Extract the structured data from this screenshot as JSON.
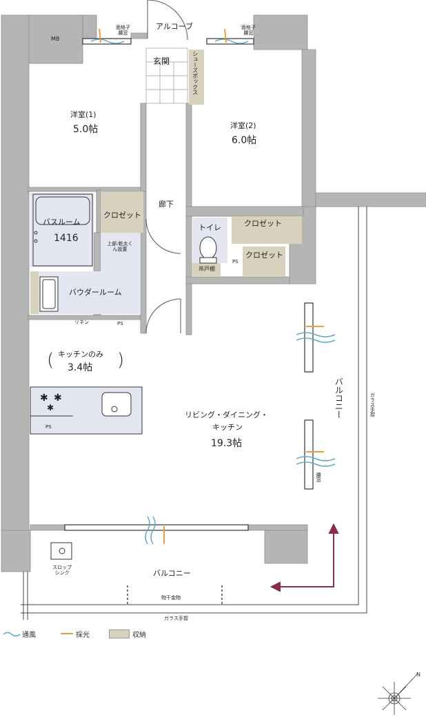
{
  "rooms": {
    "alcove": "アルコーブ",
    "entrance": "玄関",
    "shoe_box": "シューズボックス",
    "western1_name": "洋室(1)",
    "western1_size": "5.0帖",
    "western2_name": "洋室(2)",
    "western2_size": "6.0帖",
    "hallway": "廊下",
    "bathroom_name": "バスルーム",
    "bathroom_size": "1416",
    "closet1": "クロゼット",
    "closet2": "クロゼット",
    "closet3": "クロゼット",
    "toilet": "トイレ",
    "hanging_shelf": "吊戸棚",
    "dryer": "上部:乾太くん設置",
    "powder_room": "バウダールーム",
    "linen": "リネン",
    "ps1": "PS",
    "ps2": "PS",
    "ps3": "PS",
    "kitchen_only_name": "キッチンのみ",
    "kitchen_only_size": "3.4帖",
    "ldk_name1": "リビング・ダイニング・",
    "ldk_name2": "キッチン",
    "ldk_size": "19.3帖",
    "balcony_side": "バルコニー",
    "balcony_bottom": "バルコニー",
    "glass_rail_side": "ガラス手摺",
    "glass_rail_bottom": "ガラス手摺",
    "waist_window_side": "腰窓",
    "lattice_window_left": "面格子\n腰窓",
    "lattice_window_right": "面格子\n腰窓",
    "slop_sink": "スロップ\nシンク",
    "clothes_hanger": "物干金物",
    "mb": "MB"
  },
  "legend": {
    "ventilation": "通風",
    "daylight": "採光",
    "storage": "収納"
  },
  "colors": {
    "wall": "#b5b5b5",
    "wall_edge": "#8f8f8f",
    "storage": "#d8d1bd",
    "wet": "#e3e5f1",
    "vent": "#5fa8c6",
    "light": "#ef9a3c",
    "arrow": "#8a2a4c"
  }
}
